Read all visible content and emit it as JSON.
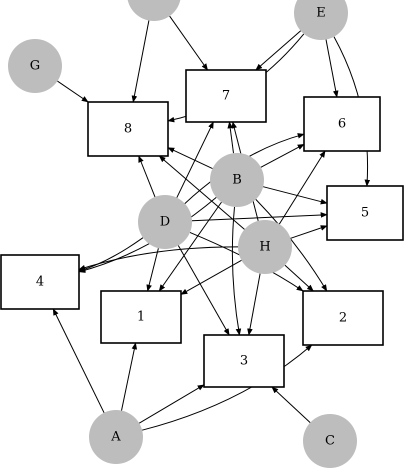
{
  "diagram": {
    "nodes": [
      {
        "id": "7",
        "label": "7",
        "shape": "box"
      },
      {
        "id": "8",
        "label": "8",
        "shape": "box"
      },
      {
        "id": "6",
        "label": "6",
        "shape": "box"
      },
      {
        "id": "5",
        "label": "5",
        "shape": "box"
      },
      {
        "id": "4",
        "label": "4",
        "shape": "box"
      },
      {
        "id": "1",
        "label": "1",
        "shape": "box"
      },
      {
        "id": "2",
        "label": "2",
        "shape": "box"
      },
      {
        "id": "3",
        "label": "3",
        "shape": "box"
      },
      {
        "id": "E",
        "label": "E",
        "shape": "circle"
      },
      {
        "id": "G",
        "label": "G",
        "shape": "circle"
      },
      {
        "id": "B",
        "label": "B",
        "shape": "circle"
      },
      {
        "id": "D",
        "label": "D",
        "shape": "circle"
      },
      {
        "id": "H",
        "label": "H",
        "shape": "circle"
      },
      {
        "id": "A",
        "label": "A",
        "shape": "circle"
      },
      {
        "id": "C",
        "label": "C",
        "shape": "circle"
      },
      {
        "id": "top",
        "label": "",
        "shape": "circle"
      }
    ],
    "edges": [
      [
        "top",
        "8"
      ],
      [
        "top",
        "7"
      ],
      [
        "E",
        "7"
      ],
      [
        "E",
        "6"
      ],
      [
        "E",
        "5"
      ],
      [
        "E",
        "8"
      ],
      [
        "G",
        "8"
      ],
      [
        "B",
        "8"
      ],
      [
        "B",
        "7"
      ],
      [
        "B",
        "6"
      ],
      [
        "B",
        "5"
      ],
      [
        "B",
        "1"
      ],
      [
        "B",
        "2"
      ],
      [
        "B",
        "3"
      ],
      [
        "B",
        "4"
      ],
      [
        "D",
        "8"
      ],
      [
        "D",
        "7"
      ],
      [
        "D",
        "6"
      ],
      [
        "D",
        "5"
      ],
      [
        "D",
        "4"
      ],
      [
        "D",
        "1"
      ],
      [
        "D",
        "3"
      ],
      [
        "D",
        "2"
      ],
      [
        "H",
        "8"
      ],
      [
        "H",
        "7"
      ],
      [
        "H",
        "6"
      ],
      [
        "H",
        "5"
      ],
      [
        "H",
        "4"
      ],
      [
        "H",
        "3"
      ],
      [
        "H",
        "1"
      ],
      [
        "H",
        "2"
      ],
      [
        "A",
        "4"
      ],
      [
        "A",
        "1"
      ],
      [
        "A",
        "3"
      ],
      [
        "A",
        "2"
      ],
      [
        "C",
        "3"
      ]
    ]
  }
}
